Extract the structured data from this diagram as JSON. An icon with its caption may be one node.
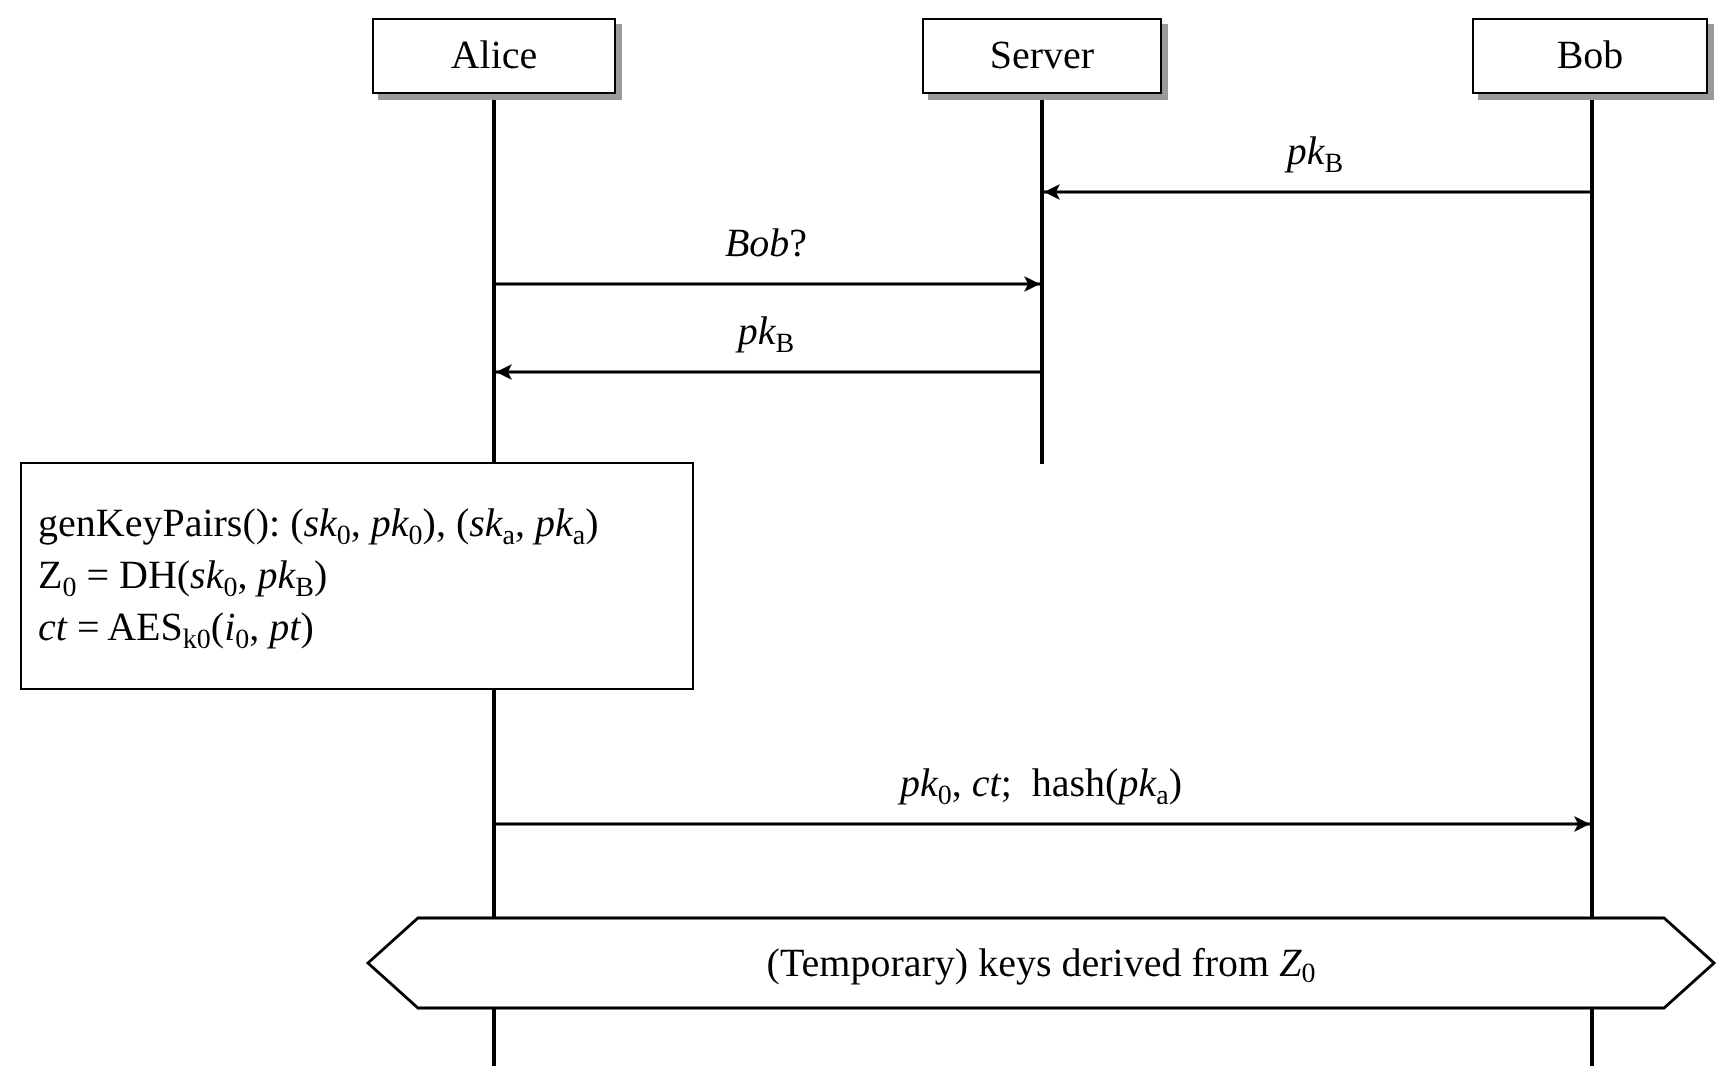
{
  "diagram": {
    "nodes": [
      {
        "text": [
          "Alice"
        ]
      },
      {
        "text": [
          "Server"
        ]
      },
      {
        "text": [
          "Bob"
        ]
      },
      {
        "text": [],
        "shape": "bar"
      },
      {
        "text": [],
        "shape": "bar"
      },
      {
        "text": [],
        "shape": "bar"
      },
      {
        "text": [
          "genKeyPairs(): (*sk*$_{0}$, *pk*$_{0}$), (*sk*$_{a}$, *pk*$_{a}$)",
          "Z$_{0}$ = DH(*sk*$_{0}$, *pk*$_{B}$)",
          "*ct* = AES$_{k0}$(*i*$_{0}$, *pt*)"
        ]
      },
      {
        "text": [
          "(Temporary) keys derived from *Z*$_{0}$"
        ]
      }
    ],
    "edges": [
      {
        "from": 5,
        "to": 4,
        "arrow": "to",
        "label": "*pk*$_{B}$"
      },
      {
        "from": 3,
        "to": 4,
        "arrow": "to",
        "label": "*Bob*?"
      },
      {
        "from": 4,
        "to": 3,
        "arrow": "to",
        "label": "*pk*$_{B}$"
      },
      {
        "from": 3,
        "to": 5,
        "arrow": "to",
        "label": "*pk*$_{0}$, *ct*;  hash(*pk*$_{a}$)"
      }
    ]
  }
}
